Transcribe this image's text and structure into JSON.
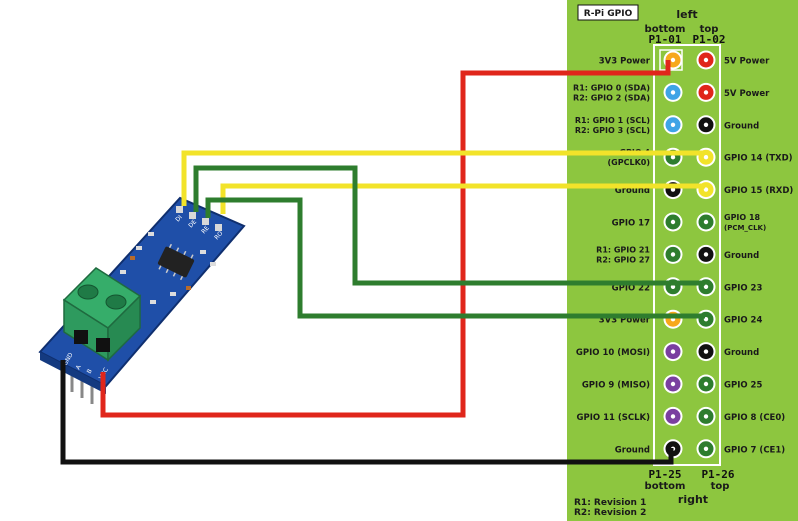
{
  "colors": {
    "panel_green": "#8dc63f",
    "wire_red": "#e0261b",
    "wire_yellow": "#f2e32a",
    "wire_green": "#2e7d2e",
    "wire_black": "#111111",
    "pin_power3v3": "#f7a81b",
    "pin_power5v": "#e0261b",
    "pin_i2c": "#3fa4e6",
    "pin_ground": "#111111",
    "pin_gpio": "#2e7d2e",
    "pin_uart": "#f2e32a",
    "pin_spi": "#7a3fa0",
    "board_blue": "#1f4fa8",
    "terminal_green": "#2e9a5e"
  },
  "gpio": {
    "badge": "R-Pi GPIO",
    "left_label": "left",
    "bottom_label": "bottom",
    "top_label": "top",
    "right_label": "right",
    "pin_p1_01": "P1-01",
    "pin_p1_02": "P1-02",
    "pin_p1_25": "P1-25",
    "pin_p1_26": "P1-26",
    "revision_1": "R1: Revision 1",
    "revision_2": "R2: Revision 2",
    "left_pins": [
      {
        "label_lines": [
          "3V3 Power"
        ],
        "color": "power3v3"
      },
      {
        "label_lines": [
          "R1: GPIO 0 (SDA)",
          "R2: GPIO 2 (SDA)"
        ],
        "color": "i2c"
      },
      {
        "label_lines": [
          "R1: GPIO 1 (SCL)",
          "R2: GPIO 3 (SCL)"
        ],
        "color": "i2c"
      },
      {
        "label_lines": [
          "GPIO 4",
          "(GPCLK0)"
        ],
        "color": "gpio"
      },
      {
        "label_lines": [
          "Ground"
        ],
        "color": "ground"
      },
      {
        "label_lines": [
          "GPIO 17"
        ],
        "color": "gpio"
      },
      {
        "label_lines": [
          "R1: GPIO 21",
          "R2: GPIO 27"
        ],
        "color": "gpio"
      },
      {
        "label_lines": [
          "GPIO 22"
        ],
        "color": "gpio"
      },
      {
        "label_lines": [
          "3V3 Power"
        ],
        "color": "power3v3"
      },
      {
        "label_lines": [
          "GPIO 10 (MOSI)"
        ],
        "color": "spi"
      },
      {
        "label_lines": [
          "GPIO 9 (MISO)"
        ],
        "color": "spi"
      },
      {
        "label_lines": [
          "GPIO 11 (SCLK)"
        ],
        "color": "spi"
      },
      {
        "label_lines": [
          "Ground"
        ],
        "color": "ground"
      }
    ],
    "right_pins": [
      {
        "label_lines": [
          "5V Power"
        ],
        "color": "power5v"
      },
      {
        "label_lines": [
          "5V Power"
        ],
        "color": "power5v"
      },
      {
        "label_lines": [
          "Ground"
        ],
        "color": "ground"
      },
      {
        "label_lines": [
          "GPIO 14 (TXD)"
        ],
        "color": "uart"
      },
      {
        "label_lines": [
          "GPIO 15 (RXD)"
        ],
        "color": "uart"
      },
      {
        "label_lines": [
          "GPIO 18",
          "(PCM_CLK)"
        ],
        "color": "gpio"
      },
      {
        "label_lines": [
          "Ground"
        ],
        "color": "ground"
      },
      {
        "label_lines": [
          "GPIO 23"
        ],
        "color": "gpio"
      },
      {
        "label_lines": [
          "GPIO 24"
        ],
        "color": "gpio"
      },
      {
        "label_lines": [
          "Ground"
        ],
        "color": "ground"
      },
      {
        "label_lines": [
          "GPIO 25"
        ],
        "color": "gpio"
      },
      {
        "label_lines": [
          "GPIO 8 (CE0)"
        ],
        "color": "gpio"
      },
      {
        "label_lines": [
          "GPIO 7 (CE1)"
        ],
        "color": "gpio"
      }
    ]
  },
  "module": {
    "pins_top": [
      "DI",
      "DE",
      "RE",
      "RO"
    ],
    "pins_bottom": [
      "GND",
      "A",
      "B",
      "VCC"
    ]
  }
}
